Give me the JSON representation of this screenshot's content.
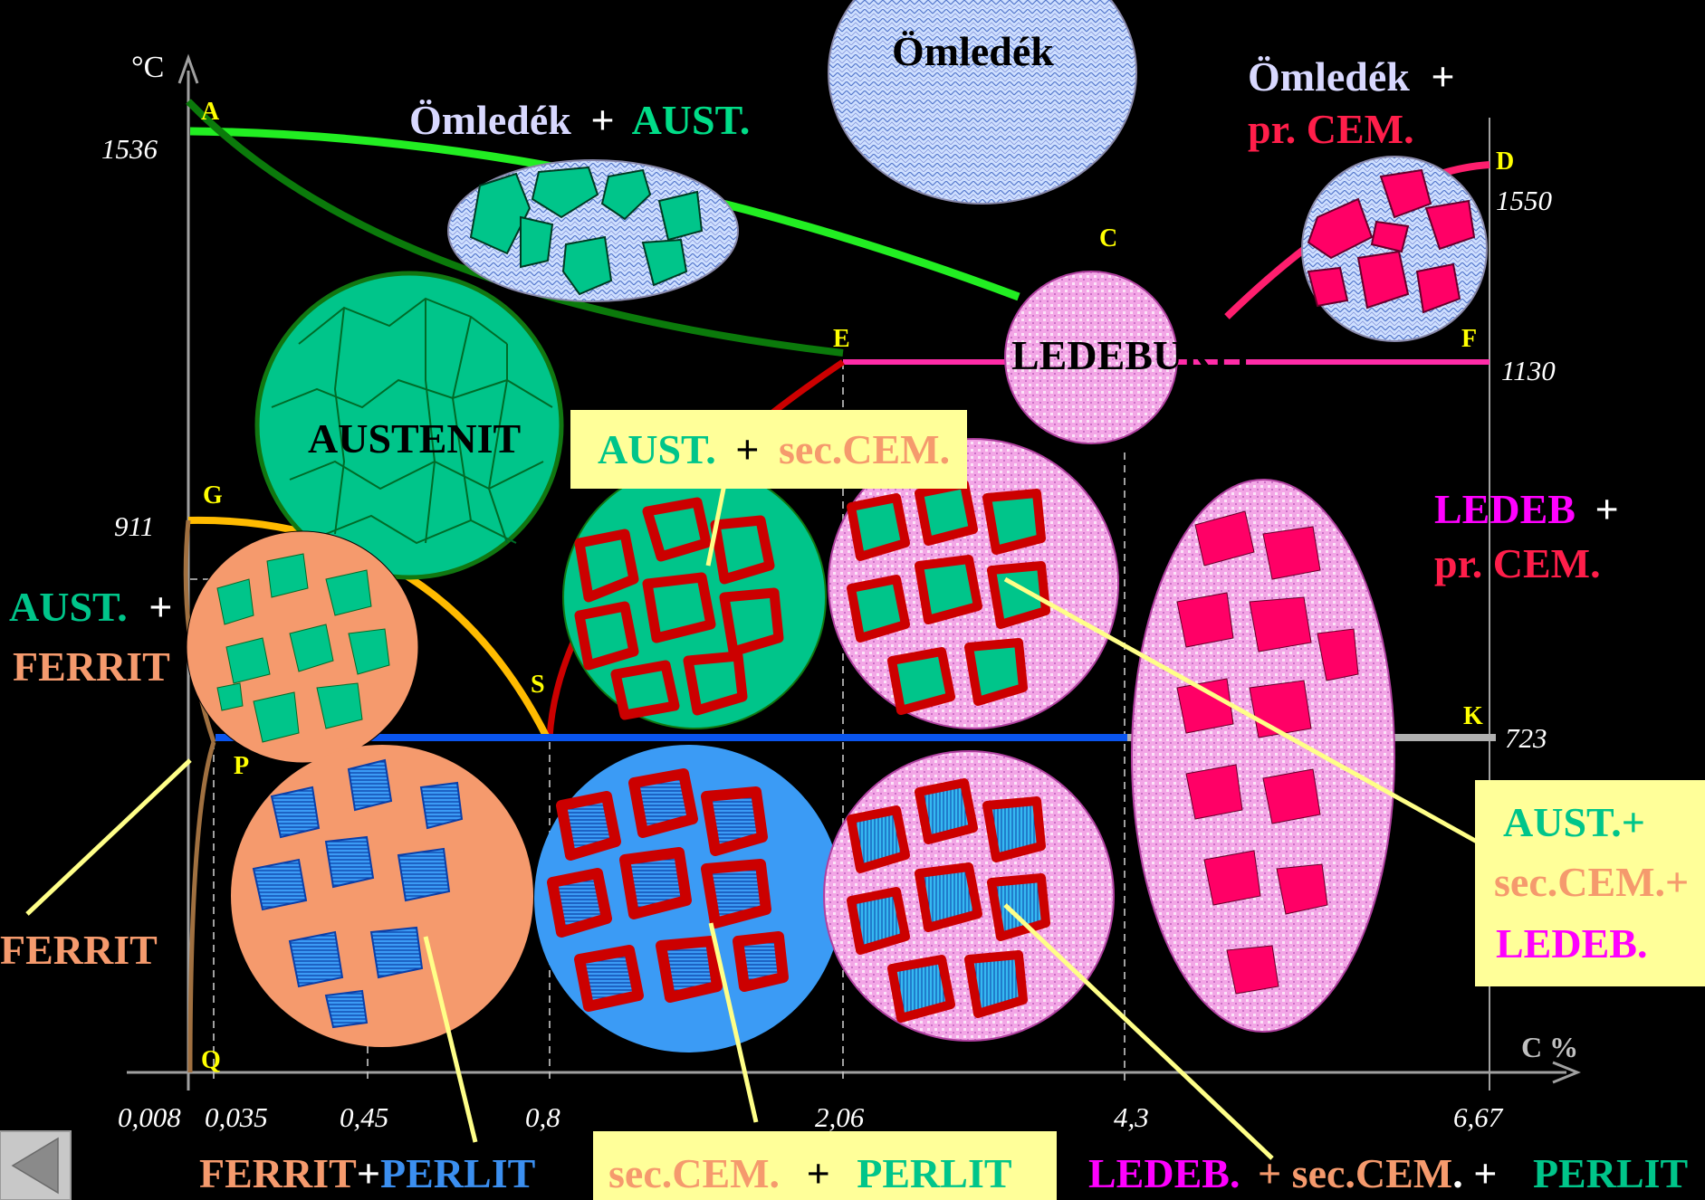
{
  "axis": {
    "y_unit": "°C",
    "x_unit": "C %",
    "x_ticks": [
      "0,008",
      "0,035",
      "0,45",
      "0,8",
      "2,06",
      "4,3",
      "6,67"
    ],
    "y_ticks": [
      "1536",
      "911",
      "1550",
      "1130",
      "723"
    ]
  },
  "points": {
    "A": "A",
    "C": "C",
    "D": "D",
    "E": "E",
    "F": "F",
    "G": "G",
    "K": "K",
    "P": "P",
    "Q": "Q",
    "S": "S"
  },
  "labels": {
    "melt": "Ömledék",
    "melt_aust_1": "Ömledék",
    "melt_aust_2": "+",
    "melt_aust_3": "AUST.",
    "melt_cem_1": "Ömledék",
    "melt_cem_2": "+",
    "melt_cem_3": "pr. CEM.",
    "ledeburit": "LEDEBURIT",
    "austenit": "AUSTENIT",
    "aust_seccem_1": "AUST.",
    "aust_seccem_2": "+",
    "aust_seccem_3": "sec.CEM.",
    "ledeb_cem_1": "LEDEB",
    "ledeb_cem_2": "+",
    "ledeb_cem_3": "pr. CEM.",
    "aust_ferrit_1": "AUST.",
    "aust_ferrit_2": "+",
    "aust_ferrit_3": "FERRIT",
    "ferrit": "FERRIT",
    "triple_1": "AUST.+",
    "triple_2": "sec.CEM.+",
    "triple_3": "LEDEB.",
    "ferrit_perlit_1": "FERRIT",
    "ferrit_perlit_2": "+",
    "ferrit_perlit_3": "PERLIT",
    "seccem_perlit_1": "sec.CEM.",
    "seccem_perlit_2": "+",
    "seccem_perlit_3": "PERLIT",
    "bottom_right_1": "LEDEB.",
    "bottom_right_2": "+ sec.CEM",
    "bottom_right_3": ". +",
    "bottom_right_4": "PERLIT"
  },
  "colors": {
    "austenite": "#00c58a",
    "ferrite": "#f59a6d",
    "perlite": "#3b8ff0",
    "cementite": "#ff0066",
    "ledeburite": "#f090e0",
    "melt": "#c8d8f8",
    "liquidus": "#22ee22",
    "solidus": "#0b7a0b",
    "eutectic": "#ff2ca8",
    "eutectoid": "#0a55ee",
    "acm": "#cc0000",
    "a3": "#ffbb00",
    "callout_bg": "#ffff99"
  },
  "nav": {
    "back_icon": "left-triangle-icon"
  }
}
